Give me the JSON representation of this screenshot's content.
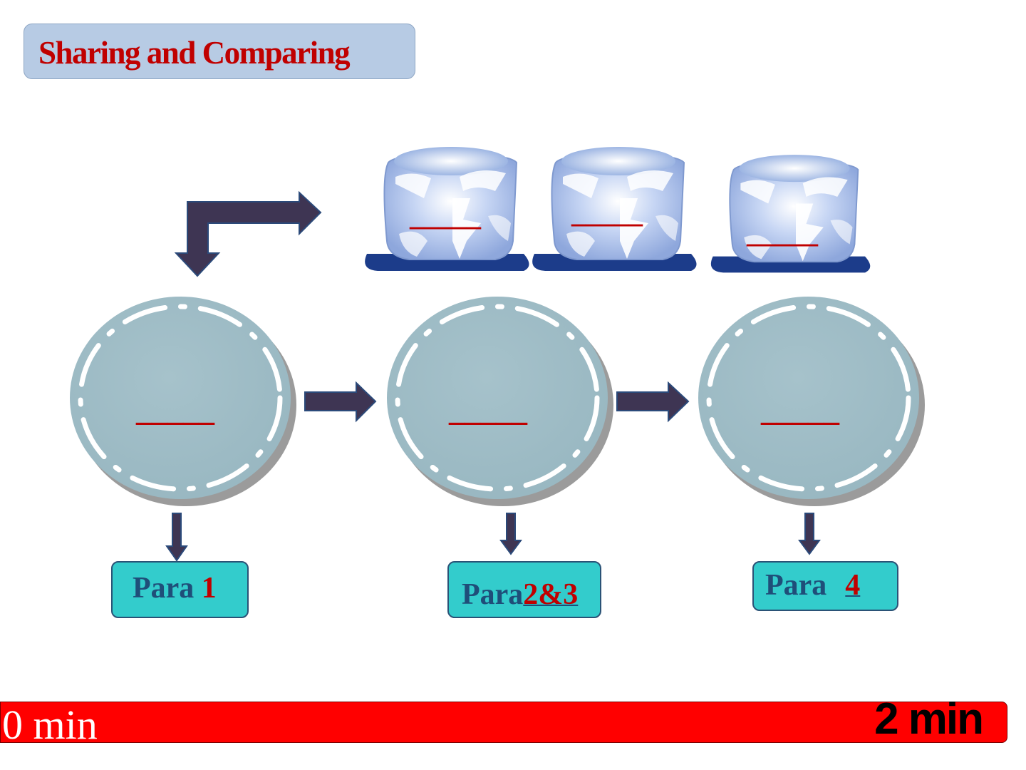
{
  "title": "Sharing and Comparing",
  "paragraphs": [
    {
      "prefix": "Para ",
      "number": "1"
    },
    {
      "prefix": "Para",
      "number": "2&3"
    },
    {
      "prefix": "Para",
      "number": "4"
    }
  ],
  "blank": "_____",
  "timer": {
    "start_label": "0 min",
    "end_label": "2 min"
  },
  "colors": {
    "title_bg": "#b7cbe4",
    "title_text": "#c00000",
    "arrow": "#3e3553",
    "circle": "#9ebcc6",
    "para_box": "#33cccc",
    "blank": "#c00000",
    "timer_bar": "#ff0000"
  }
}
